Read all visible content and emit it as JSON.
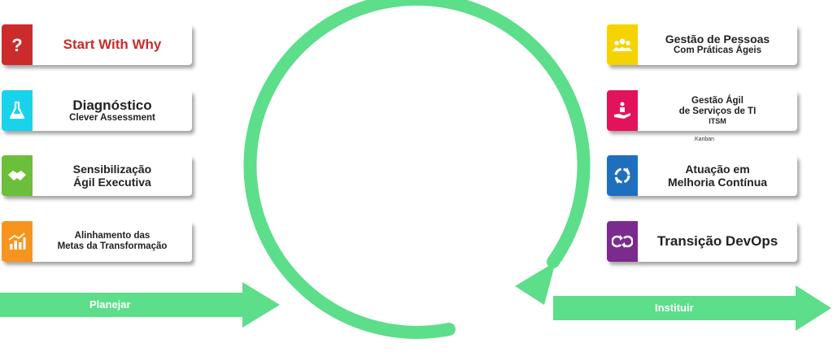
{
  "colors": {
    "flow_green": "#5cde8a",
    "red": "#cc2b2b",
    "cyan": "#19d3ea",
    "green": "#6cbf3a",
    "orange": "#f7941d",
    "yellow": "#f5d300",
    "magenta": "#e2135a",
    "blue": "#1f6fbf",
    "purple": "#7b2a8e"
  },
  "left_cards": [
    {
      "icon": "question-mark-icon",
      "line1": "Start With Why",
      "line2": ""
    },
    {
      "icon": "flask-icon",
      "line1": "Diagnóstico",
      "line2": "Clever Assessment"
    },
    {
      "icon": "handshake-icon",
      "line1": "Sensibilização",
      "line2": "Ágil Executiva"
    },
    {
      "icon": "bar-chart-icon",
      "line1": "Alinhamento das",
      "line2": "Metas da Transformação"
    }
  ],
  "right_cards": [
    {
      "icon": "people-icon",
      "line1": "Gestão de Pessoas",
      "line2": "Com Práticas Ágeis",
      "line3": ""
    },
    {
      "icon": "service-hand-icon",
      "line1": "Gestão Ágil",
      "line2": "de Serviços de TI",
      "line3": "ITSM"
    },
    {
      "icon": "cycle-icon",
      "line1": "Atuação em",
      "line2": "Melhoria Contínua",
      "line3": ""
    },
    {
      "icon": "loop-arrows-icon",
      "line1": "Transição DevOps",
      "line2": "",
      "line3": ""
    }
  ],
  "kanban_note": ".Kanban",
  "arrows": {
    "left_label": "Planejar",
    "right_label": "Instituir"
  }
}
